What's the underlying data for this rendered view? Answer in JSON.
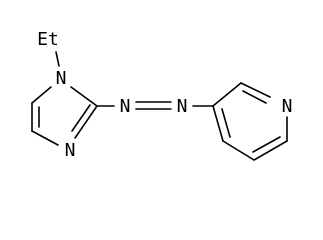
{
  "structure": {
    "labels": {
      "ethyl": "Et",
      "n_imidazole_1": "N",
      "n_imidazole_3": "N",
      "n_azo_1": "N",
      "n_azo_2": "N",
      "n_pyridine": "N"
    }
  }
}
